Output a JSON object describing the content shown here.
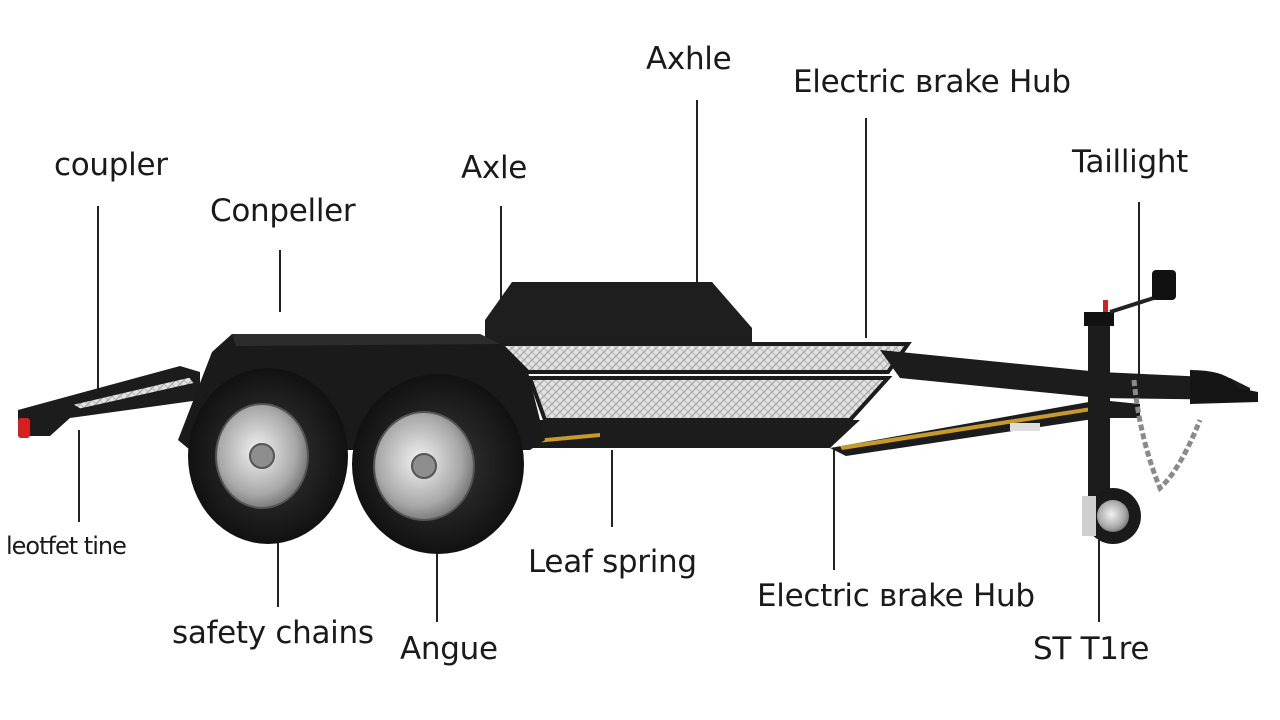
{
  "labels": {
    "axhle": "Axhle",
    "electric_brake_hub_top": "Electric вrake Hub",
    "taillight": "Taillight",
    "coupler": "coupler",
    "axle": "Axle",
    "conpeller": "Conpeller",
    "leotfet_tine": "leotfet tine",
    "leaf_spring": "Leaf spring",
    "electric_brake_hub_bottom": "Electric вrake Hub",
    "safety_chains": "safety chains",
    "angue": "Angue",
    "st_tire": "ST T1re"
  },
  "colors": {
    "frame": "#1c1c1c",
    "deck": "#d9d9d9",
    "stripe": "#c89a2a",
    "rim": "#b9b9b9",
    "background": "#ffffff"
  }
}
